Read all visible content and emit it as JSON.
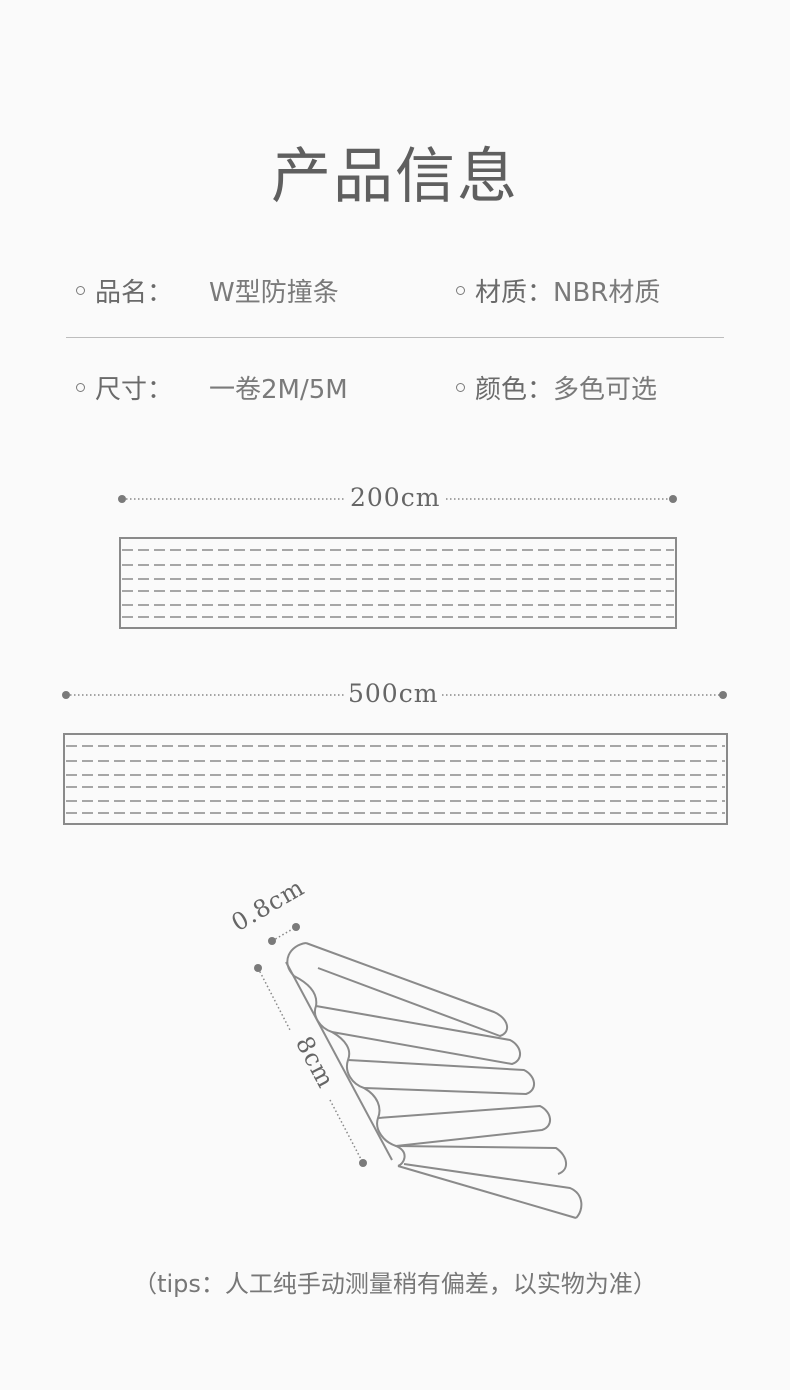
{
  "title": "产品信息",
  "specs": {
    "name": {
      "label": "品名：",
      "value": "W型防撞条"
    },
    "material": {
      "label": "材质：",
      "value": "NBR材质"
    },
    "size": {
      "label": "尺寸：",
      "value": "一卷2M/5M"
    },
    "color": {
      "label": "颜色：",
      "value": "多色可选"
    }
  },
  "dimensions": {
    "short_length": "200cm",
    "long_length": "500cm",
    "thickness": "0.8cm",
    "width": "8cm"
  },
  "tips": "（tips：人工纯手动测量稍有偏差，以实物为准）"
}
